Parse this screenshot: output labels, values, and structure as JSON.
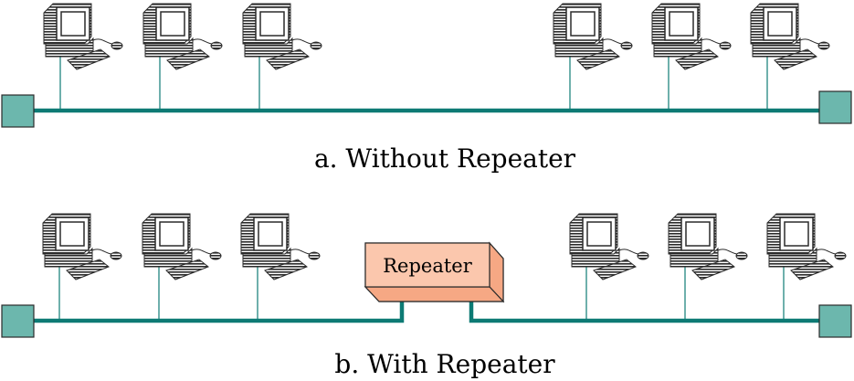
{
  "diagram": {
    "caption_a": "a. Without Repeater",
    "caption_b": "b. With Repeater",
    "repeater_label": "Repeater",
    "colors": {
      "cable": "#0d7a74",
      "terminator": "#6cb7ad",
      "repeater_front": "#fbc7ad",
      "repeater_side": "#f6a884",
      "computer_dark": "#2b2b2b",
      "computer_light": "#ffffff"
    },
    "section_a_computer_count": 6,
    "section_b_computer_count": 6
  }
}
